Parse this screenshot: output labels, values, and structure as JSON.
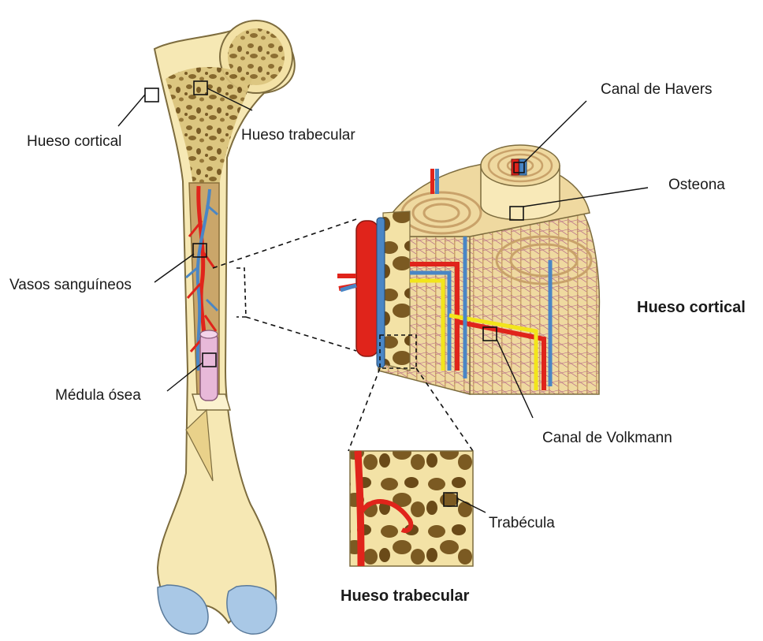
{
  "labels": {
    "femur_cortical": "Hueso cortical",
    "femur_trabecular": "Hueso trabecular",
    "vessels": "Vasos sanguíneos",
    "marrow": "Médula ósea",
    "haversian_canal": "Canal de Havers",
    "osteon": "Osteona",
    "cortical_title": "Hueso cortical",
    "volkmann_canal": "Canal de Volkmann",
    "trabecula": "Trabécula",
    "trabecular_title": "Hueso trabecular"
  },
  "colors": {
    "bone": "#f6e8b4",
    "bone_edge": "#8a7a4a",
    "bone_shadow": "#e6cf86",
    "pores": "#7a5a1e",
    "artery": "#e0241b",
    "vein": "#4a86c5",
    "nerve": "#f2e51a",
    "marrow": "#e8b9d9",
    "cartilage": "#a9c8e6",
    "lamella": "#c9a26a",
    "lacuna_net": "#b05a86"
  }
}
